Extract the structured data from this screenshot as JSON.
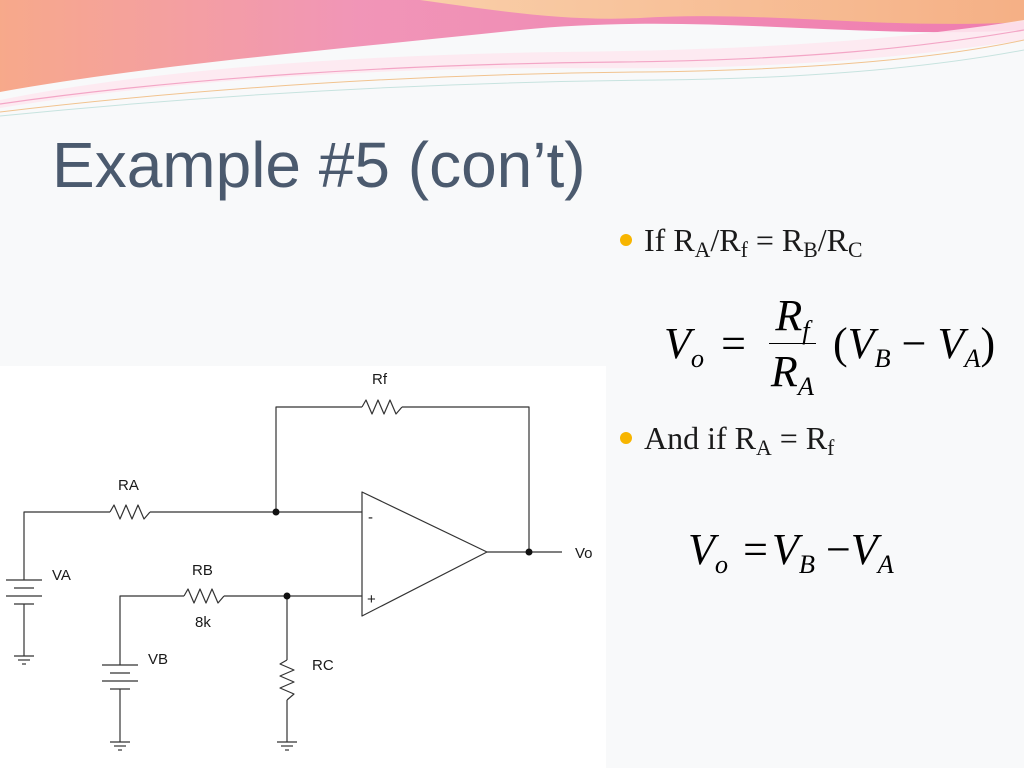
{
  "slide": {
    "title": "Example #5 (con’t)",
    "colors": {
      "title": "#4b5a6e",
      "bullet": "#f7b500",
      "wave_pink": "#ee6fa8",
      "wave_orange": "#f7c38a"
    }
  },
  "bullets": [
    {
      "prefix": "If R",
      "a_sub": "A",
      "mid1": "/R",
      "f_sub": "f",
      "mid2": " = R",
      "b_sub": "B",
      "mid3": "/R",
      "c_sub": "C"
    },
    {
      "prefix": "And if R",
      "a_sub": "A",
      "mid1": " = R",
      "f_sub": "f"
    }
  ],
  "equation1": {
    "lhs": "V",
    "lhs_sub": "o",
    "equals": "=",
    "num": "R",
    "num_sub": "f",
    "den": "R",
    "den_sub": "A",
    "open": "(",
    "v1": "V",
    "v1_sub": "B",
    "minus": "−",
    "v2": "V",
    "v2_sub": "A",
    "close": ")"
  },
  "equation2": {
    "lhs": "V",
    "lhs_sub": "o",
    "equals": "=",
    "v1": "V",
    "v1_sub": "B",
    "minus": "−",
    "v2": "V",
    "v2_sub": "A"
  },
  "circuit": {
    "labels": {
      "rf": "Rf",
      "ra": "RA",
      "rb": "RB",
      "rb_value": "8k",
      "rc": "RC",
      "va": "VA",
      "vb": "VB",
      "vo": "Vo",
      "minus": "-",
      "plus": "+"
    }
  }
}
